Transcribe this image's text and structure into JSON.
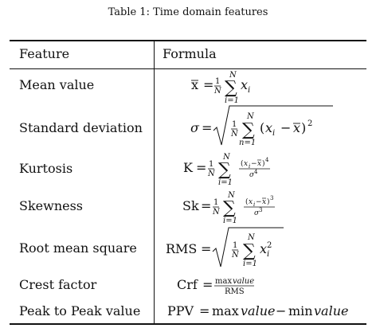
{
  "caption": "Table 1: Time domain features",
  "headers": {
    "feature": "Feature",
    "formula": "Formula"
  },
  "rows": [
    {
      "feature": "Mean value",
      "formula_name": "mean-value",
      "formula_text": "x̄ = 1/N Σ_{i=1}^{N} x_i"
    },
    {
      "feature": "Standard deviation",
      "formula_name": "standard-deviation",
      "formula_text": "σ = √( 1/N Σ_{n=1}^{N} (x_i − x̄)^2 )"
    },
    {
      "feature": "Kurtosis",
      "formula_name": "kurtosis",
      "formula_text": "K = 1/N Σ_{i=1}^{N} (x_i−x̄)^4 / σ^4"
    },
    {
      "feature": "Skewness",
      "formula_name": "skewness",
      "formula_text": "Sk = 1/N Σ_{i=1}^{N} (x_i−x̄)^3 / σ^3"
    },
    {
      "feature": "Root mean square",
      "formula_name": "rms",
      "formula_text": "RMS = √( 1/N Σ_{i=1}^{N} x_i^2 )"
    },
    {
      "feature": "Crest factor",
      "formula_name": "crest-factor",
      "formula_text": "Crf = max value / RMS"
    },
    {
      "feature": "Peak to Peak value",
      "formula_name": "peak-to-peak",
      "formula_text": "PPV = max value − min value"
    }
  ]
}
